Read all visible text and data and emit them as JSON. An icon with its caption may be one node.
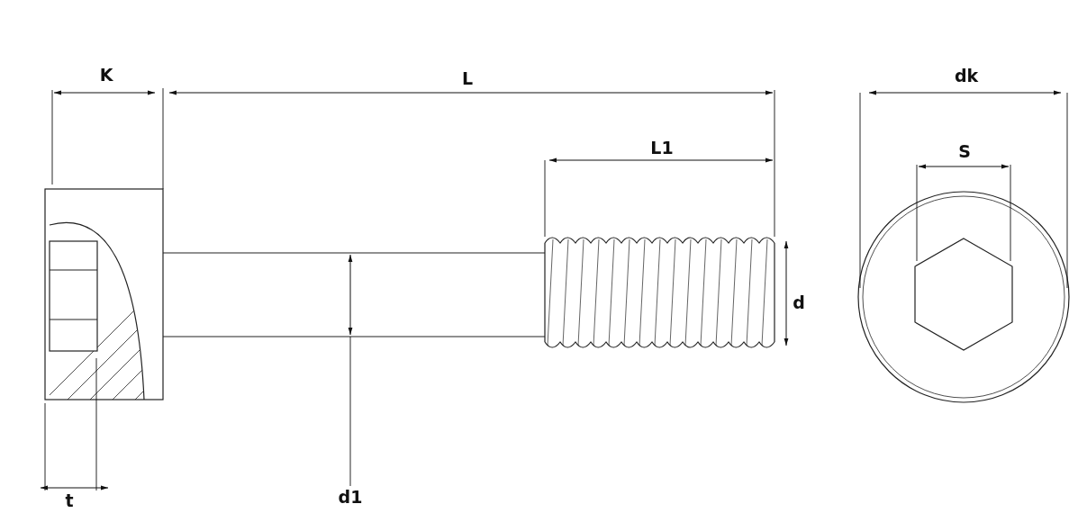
{
  "diagram": {
    "labels": [
      "K",
      "L",
      "dk",
      "L1",
      "S",
      "d",
      "t",
      "d1"
    ]
  }
}
